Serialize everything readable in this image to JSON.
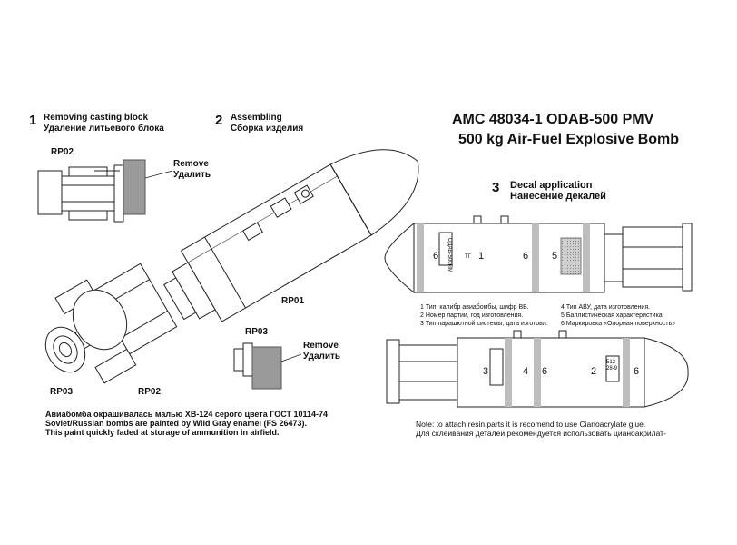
{
  "header": {
    "title_line1": "AMC 48034-1 ODAB-500 PMV",
    "title_line2": "500 kg Air-Fuel Explosive Bomb"
  },
  "steps": [
    {
      "number": "1",
      "label_en": "Removing casting block",
      "label_ru": "Удаление литьевого блока"
    },
    {
      "number": "2",
      "label_en": "Assembling",
      "label_ru": "Сборка изделия"
    },
    {
      "number": "3",
      "label_en": "Decal application",
      "label_ru": "Нанесение декалей"
    }
  ],
  "parts": {
    "rp02_top": "RP02",
    "rp01": "RP01",
    "rp03_right": "RP03",
    "rp03_bottom": "RP03",
    "rp02_bottom": "RP02"
  },
  "remove_labels": {
    "top": {
      "en": "Remove",
      "ru": "Удалить"
    },
    "bottom": {
      "en": "Remove",
      "ru": "Удалить"
    }
  },
  "decal_legend": {
    "left": [
      "1  Тип, калибр авиабомбы, шифр ВВ.",
      "2  Номер партии, год изготовления.",
      "3  Тип парашютной системы, дата изготовл."
    ],
    "right": [
      "4 Тип АВУ, дата изготовления.",
      "5 Баллистическая характеристика",
      "6 Маркировка «Опорная поверхность»"
    ]
  },
  "bomb_top_numbers": [
    "6",
    "1",
    "6",
    "5"
  ],
  "bomb_bottom_numbers": [
    "3",
    "4",
    "6",
    "2",
    "6"
  ],
  "stencil_top": "ОДАБ-500ПМ",
  "stencil_top2": "ТГ",
  "stencil_bottom": "512\n28-9",
  "paint_note": [
    "Авиабомба окрашивалась малью ХВ-124 серого цвета ГОСТ 10114-74",
    "Soviet/Russian bombs are painted by Wild Gray enamel (FS 26473).",
    "This paint quickly faded at storage of ammunition in airfield."
  ],
  "glue_note": [
    "Note: to attach resin parts it is recomend to use Cianoacrylate glue.",
    "Для склеивания деталей рекомендуется использовать цианоакрилат-"
  ],
  "colors": {
    "part_gray": "#9a9a9a",
    "ink": "#222222",
    "stripe_gray": "#bdbdbd"
  }
}
